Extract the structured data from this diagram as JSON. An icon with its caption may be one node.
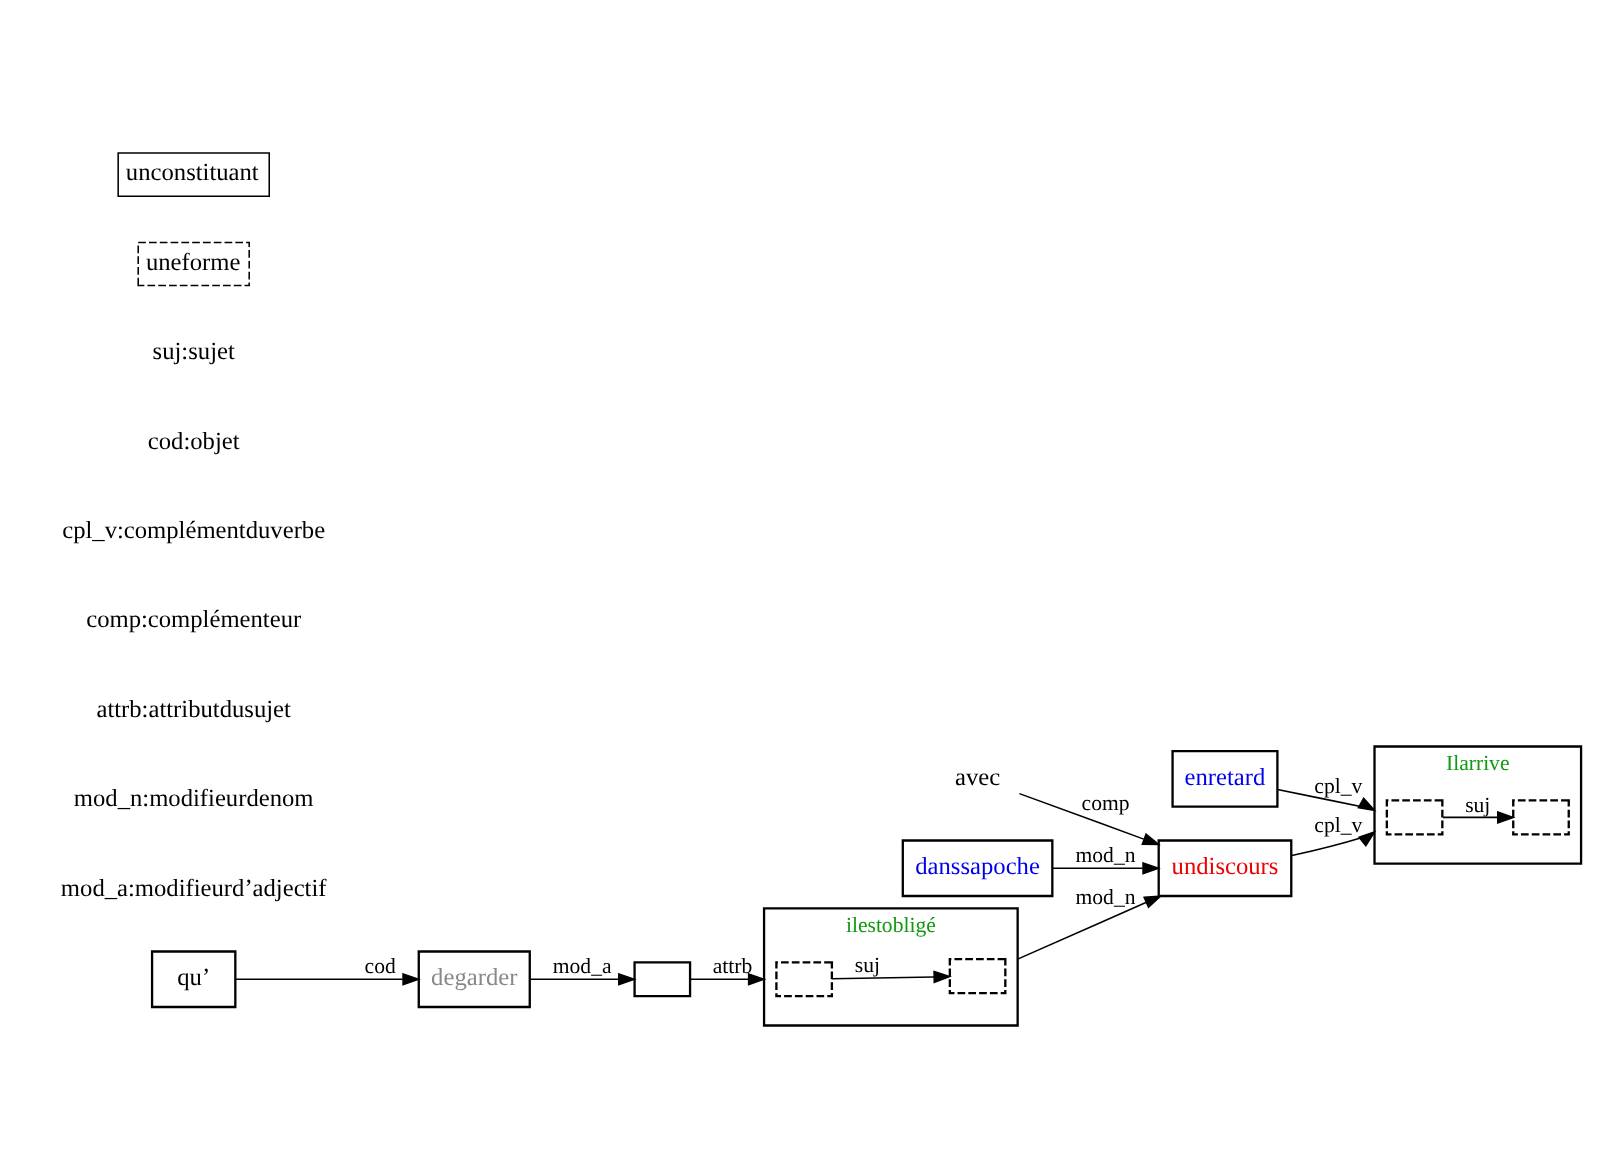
{
  "diagram": {
    "nodes": [
      {
        "text": [
          "Ilarrive"
        ]
      },
      {
        "text": [],
        "shape": "box",
        "in": 0
      },
      {
        "text": [],
        "shape": "box",
        "in": 0
      },
      {
        "text": [
          "enretard"
        ]
      },
      {
        "text": [
          "avec"
        ]
      },
      {
        "text": [
          "danssapoche"
        ]
      },
      {
        "text": [
          "undiscours"
        ]
      },
      {
        "text": [
          "qu’"
        ]
      },
      {
        "text": [
          "ilestobligé"
        ]
      },
      {
        "text": [],
        "shape": "box",
        "in": 8
      },
      {
        "text": [],
        "shape": "box",
        "in": 8
      },
      {
        "text": [],
        "shape": "box"
      },
      {
        "text": [
          "degarder"
        ]
      }
    ],
    "edges": [
      {
        "from": 1,
        "to": 2,
        "arrow": "to",
        "label": "suj"
      },
      {
        "from": 3,
        "to": 0,
        "arrow": "to",
        "label": "cpl_v"
      },
      {
        "from": 6,
        "to": 0,
        "arrow": "to",
        "label": "cpl_v"
      },
      {
        "from": 4,
        "to": 6,
        "arrow": "to",
        "label": "comp"
      },
      {
        "from": 7,
        "to": 12,
        "arrow": "to",
        "label": "cod"
      },
      {
        "from": 9,
        "to": 10,
        "arrow": "to",
        "label": "suj"
      },
      {
        "from": 8,
        "to": 6,
        "arrow": "to",
        "label": "mod_n"
      },
      {
        "from": 11,
        "to": 8,
        "arrow": "to",
        "label": "attrb"
      },
      {
        "from": 12,
        "to": 11,
        "arrow": "to",
        "label": "mod_a"
      },
      {
        "from": 5,
        "to": 6,
        "arrow": "to",
        "label": "mod_n"
      }
    ],
    "labels": [
      "suj:sujet",
      "cod:objet",
      "cpl_v:complémentduverbe",
      "comp:complémenteur",
      "attrb:attributdusujet",
      "mod_n:modifieurdenom",
      "mod_a:modifieurd’adjectif"
    ],
    "legend": [
      {
        "text": "unconstituant"
      },
      {
        "text": "uneforme"
      }
    ]
  }
}
